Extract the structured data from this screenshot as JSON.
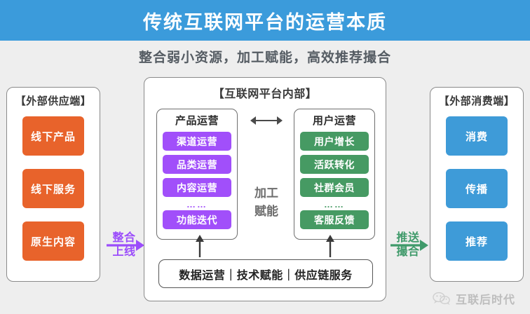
{
  "header": {
    "title": "传统互联网平台的运营本质"
  },
  "subtitle": {
    "text": "整合弱小资源，加工赋能，高效推荐撮合"
  },
  "supply_panel": {
    "title": "【外部供应端】",
    "items": [
      {
        "label": "线下产品"
      },
      {
        "label": "线下服务"
      },
      {
        "label": "原生内容"
      }
    ]
  },
  "platform_panel": {
    "title": "【互联网平台内部】",
    "product_ops": {
      "title": "产品运营",
      "tags": [
        "渠道运营",
        "品类运营",
        "内容运营"
      ],
      "ellipsis": "……",
      "last_tag": "功能迭代"
    },
    "user_ops": {
      "title": "用户运营",
      "tags": [
        "用户增长",
        "活跃转化",
        "社群会员"
      ],
      "ellipsis": "……",
      "last_tag": "客服反馈"
    },
    "mid_caption_line1": "加工",
    "mid_caption_line2": "赋能",
    "foundation": "数据运营｜技术赋能｜供应链服务"
  },
  "consume_panel": {
    "title": "【外部消费端】",
    "items": [
      {
        "label": "消费"
      },
      {
        "label": "传播"
      },
      {
        "label": "推荐"
      }
    ]
  },
  "flows": {
    "left": {
      "line1": "整合",
      "line2": "上线"
    },
    "right": {
      "line1": "推送",
      "line2": "撮合"
    }
  },
  "watermark": {
    "text": "互联后时代",
    "icon": "wechat-icon"
  },
  "colors": {
    "header_blue": "#3b9bdb",
    "supply_orange": "#e8632b",
    "consume_blue": "#3e9bd8",
    "product_purple": "#a14ffa",
    "user_green": "#469a63",
    "flow_purple": "#9b4dfb",
    "flow_green": "#3f9a6a"
  }
}
